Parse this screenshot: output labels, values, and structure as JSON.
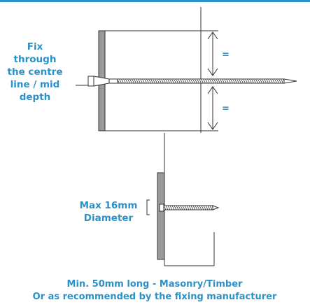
{
  "colors": {
    "accent": "#2b91c9",
    "timber": "#9a9a9a",
    "line": "#333333"
  },
  "labels": {
    "fix_line1": "Fix",
    "fix_line2": "through",
    "fix_line3": "the centre",
    "fix_line4": "line / mid",
    "fix_line5": "depth",
    "equal_top": "=",
    "equal_bottom": "=",
    "max_line1": "Max 16mm",
    "max_line2": "Diameter"
  },
  "caption": {
    "line1": "Min. 50mm long - Masonry/Timber",
    "line2": "Or as recommended by the fixing manufacturer"
  }
}
